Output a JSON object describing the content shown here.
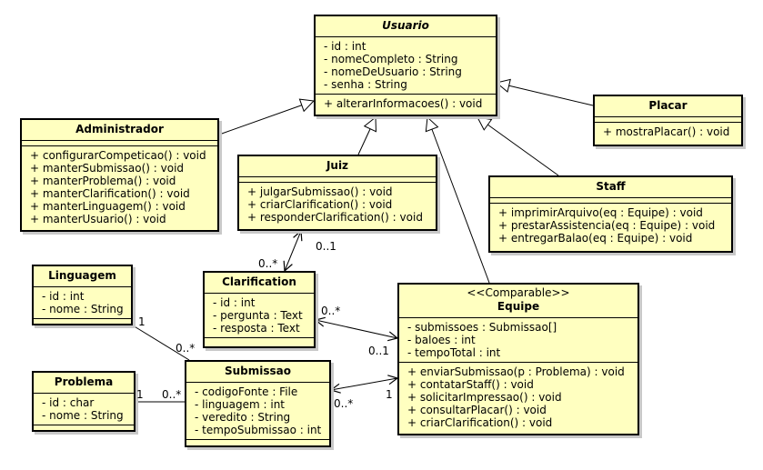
{
  "classes": {
    "usuario": {
      "name": "Usuario",
      "attributes": [
        "- id : int",
        "- nomeCompleto : String",
        "- nomeDeUsuario : String",
        "- senha : String"
      ],
      "methods": [
        "+ alterarInformacoes() : void"
      ]
    },
    "administrador": {
      "name": "Administrador",
      "methods": [
        "+ configurarCompeticao() : void",
        "+ manterSubmissao() : void",
        "+ manterProblema() : void",
        "+ manterClarification() : void",
        "+ manterLinguagem() : void",
        "+ manterUsuario() : void"
      ]
    },
    "placar": {
      "name": "Placar",
      "methods": [
        "+ mostraPlacar() : void"
      ]
    },
    "juiz": {
      "name": "Juiz",
      "methods": [
        "+ julgarSubmissao() : void",
        "+ criarClarification() : void",
        "+ responderClarification() : void"
      ]
    },
    "staff": {
      "name": "Staff",
      "methods": [
        "+ imprimirArquivo(eq : Equipe) : void",
        "+ prestarAssistencia(eq : Equipe) : void",
        "+ entregarBalao(eq : Equipe) : void"
      ]
    },
    "linguagem": {
      "name": "Linguagem",
      "attributes": [
        "- id : int",
        "- nome : String"
      ]
    },
    "clarification": {
      "name": "Clarification",
      "attributes": [
        "- id : int",
        "- pergunta : Text",
        "- resposta : Text"
      ]
    },
    "equipe": {
      "stereotype": "<<Comparable>>",
      "name": "Equipe",
      "attributes": [
        "- submissoes : Submissao[]",
        "- baloes : int",
        "- tempoTotal : int"
      ],
      "methods": [
        "+ enviarSubmissao(p : Problema) : void",
        "+ contatarStaff() : void",
        "+ solicitarImpressao() : void",
        "+ consultarPlacar() : void",
        "+ criarClarification() : void"
      ]
    },
    "problema": {
      "name": "Problema",
      "attributes": [
        "- id : char",
        "- nome : String"
      ]
    },
    "submissao": {
      "name": "Submissao",
      "attributes": [
        "- codigoFonte : File",
        "- linguagem : int",
        "- veredito : String",
        "- tempoSubmissao : int"
      ]
    }
  },
  "multiplicities": {
    "juiz_clar_juiz": "0..1",
    "juiz_clar_clar": "0..*",
    "clar_equipe_clar": "0..*",
    "clar_equipe_equipe": "0..1",
    "ling_sub_ling": "1",
    "ling_sub_sub": "0..*",
    "prob_sub_prob": "1",
    "prob_sub_sub": "0..*",
    "sub_equipe_sub": "0..*",
    "sub_equipe_equipe": "1"
  },
  "colors": {
    "fill": "#ffffc0",
    "stroke": "#000000",
    "shadow": "#c8c8c8"
  }
}
